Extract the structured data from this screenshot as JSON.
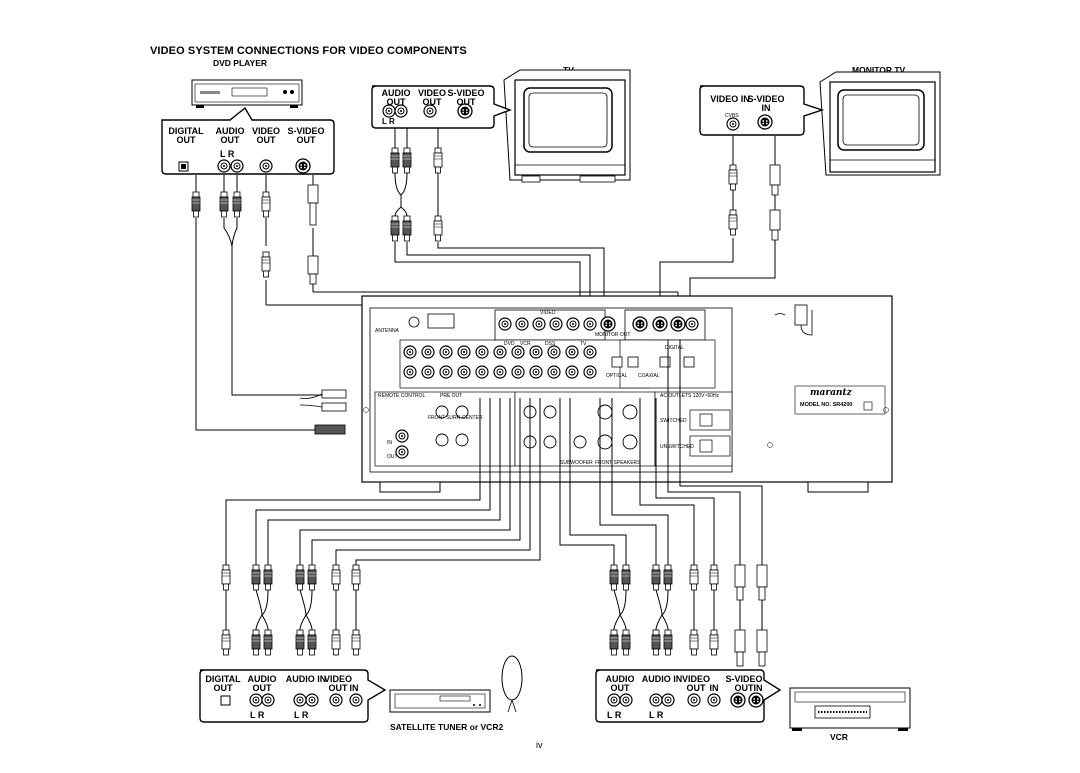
{
  "title": "VIDEO SYSTEM CONNECTIONS FOR VIDEO COMPONENTS",
  "devices": {
    "dvd": "DVD PLAYER",
    "tv": "TV",
    "monitor": "MONITOR TV",
    "sat": "SATELLITE TUNER or VCR2",
    "vcr": "VCR"
  },
  "dvd_panel": {
    "digital_out": "DIGITAL OUT",
    "audio_out": "AUDIO OUT",
    "video_out": "VIDEO OUT",
    "svideo_out": "S-VIDEO OUT",
    "lr": "L R"
  },
  "tv_panel": {
    "audio_out": "AUDIO OUT",
    "video_out": "VIDEO OUT",
    "svideo_out": "S-VIDEO OUT",
    "lr": "L R"
  },
  "monitor_panel": {
    "video_in": "VIDEO IN",
    "svideo_in": "S-VIDEO IN",
    "cvbs": "CVBS"
  },
  "sat_panel": {
    "digital_out": "DIGITAL OUT",
    "audio_out": "AUDIO OUT",
    "audio_in": "AUDIO IN",
    "video_out": "VIDEO OUT",
    "video_in": "IN",
    "lr1": "L R",
    "lr2": "L R"
  },
  "vcr_panel": {
    "audio_out": "AUDIO OUT",
    "audio_in": "AUDIO IN",
    "video_out": "VIDEO OUT",
    "video_in": "IN",
    "svideo_out": "S-VIDEO OUT",
    "svideo_in": "IN",
    "lr1": "L R",
    "lr2": "L R"
  },
  "receiver": {
    "brand": "marantz",
    "model": "MODEL NO. SR4200",
    "antenna": "ANTENNA",
    "video": "VIDEO",
    "monitor_out": "MONITOR OUT",
    "remote_control": "REMOTE CONTROL",
    "pre_out": "PRE OUT",
    "ac_outlets": "AC OUTLETS 120V~60Hz",
    "switched": "SWITCHED",
    "unswitched": "UNSWITCHED",
    "front": "FRONT",
    "surr": "SURR",
    "center": "CENTER",
    "sub": "SUBWOOFER",
    "speaker_terminals": "FRONT SPEAKERS",
    "optical": "OPTICAL",
    "coaxial": "COAXIAL",
    "digital": "DIGITAL",
    "in": "IN",
    "out": "OUT",
    "dvd": "DVD",
    "tv": "TV",
    "vcr": "VCR",
    "dss": "DSS"
  },
  "page_number": "iv"
}
